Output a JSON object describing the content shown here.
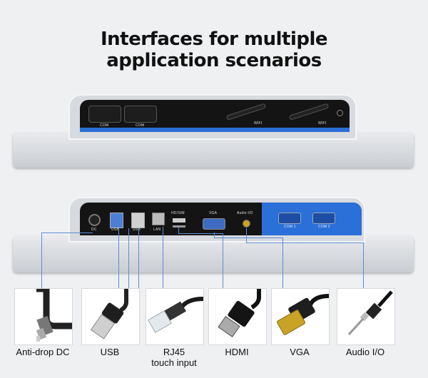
{
  "title": {
    "line1": "Interfaces for multiple",
    "line2": "application scenarios"
  },
  "top_panel": {
    "ports": [
      "COM",
      "COM",
      "WIFI",
      "WIFI"
    ]
  },
  "bottom_panel": {
    "ports": [
      "DC",
      "USB",
      "USB",
      "LAN",
      "HD/SIM",
      "VGA",
      "Audio I/O",
      "COM 1",
      "COM 2"
    ]
  },
  "interfaces": [
    {
      "label": "Anti-drop DC",
      "icon": "dc-plug-icon"
    },
    {
      "label": "USB",
      "icon": "usb-plug-icon"
    },
    {
      "label": "RJ45",
      "label2": "touch input",
      "icon": "rj45-plug-icon"
    },
    {
      "label": "HDMI",
      "icon": "hdmi-plug-icon"
    },
    {
      "label": "VGA",
      "icon": "vga-plug-icon"
    },
    {
      "label": "Audio I/O",
      "icon": "audio-jack-icon"
    }
  ],
  "colors": {
    "accent_blue": "#2b6fd8",
    "connector_line": "#5b8ed8"
  }
}
